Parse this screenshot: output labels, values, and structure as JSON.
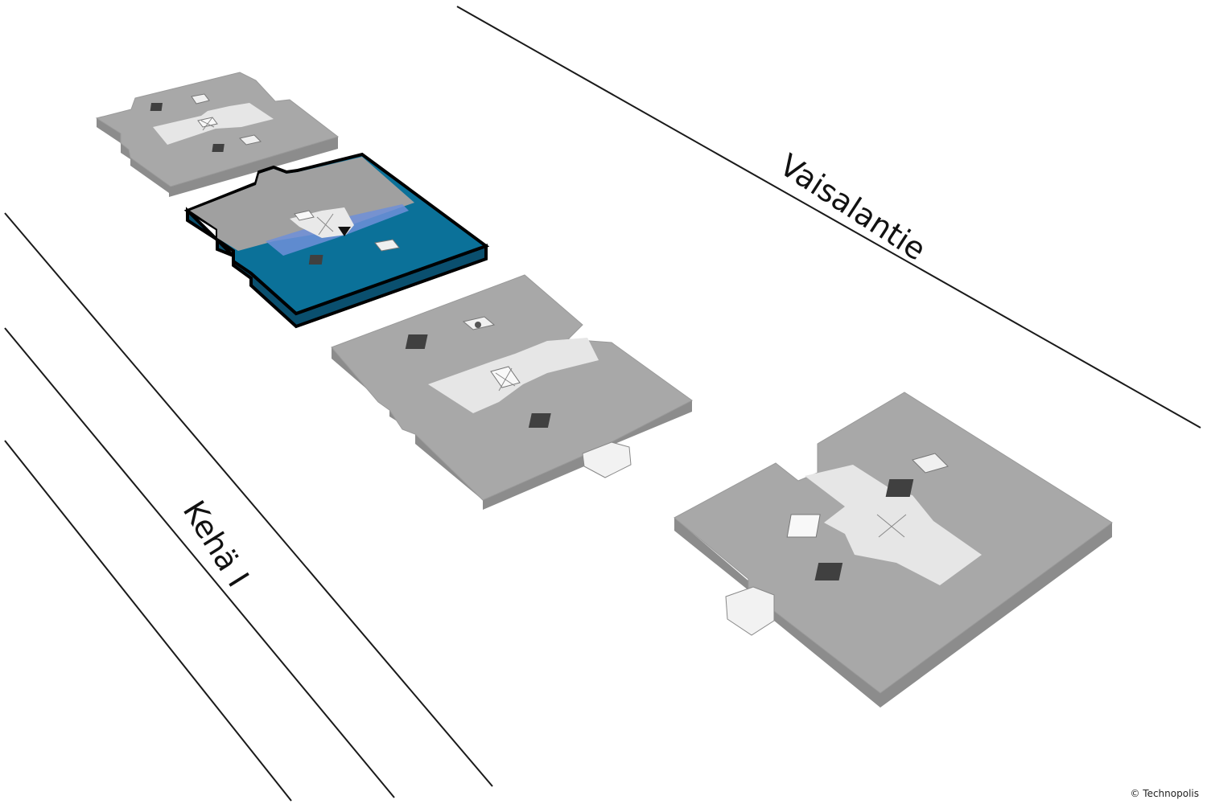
{
  "roads": {
    "vaisalantie": "Vaisalantie",
    "keha": "Kehä I"
  },
  "copyright": "© Technopolis",
  "floors": [
    {
      "id": "floor-4",
      "selected": false
    },
    {
      "id": "floor-3",
      "selected": true
    },
    {
      "id": "floor-2",
      "selected": false
    },
    {
      "id": "floor-1",
      "selected": false
    }
  ],
  "colors": {
    "floor_top": "#a8a8a8",
    "floor_side": "#8c8c8c",
    "selected_fill": "#0b7199",
    "selected_outline": "#000000",
    "core": "#e6e6e6",
    "stairs_dark": "#404040",
    "road_line": "#1a1a1a"
  },
  "icons": {
    "elevator": "elevator-icon",
    "stairwell": "stairwell-icon",
    "location_marker": "location-marker-icon"
  }
}
